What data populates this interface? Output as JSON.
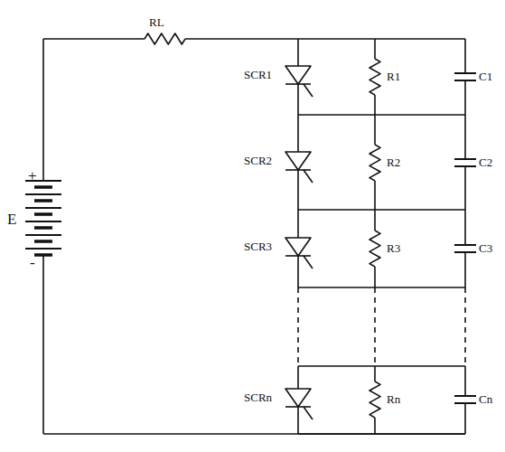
{
  "diagram": {
    "labels": [
      "RL",
      "E",
      "+",
      "-",
      "SCR1",
      "R1",
      "C1",
      "SCR2",
      "R2",
      "C2",
      "SCR3",
      "R3",
      "C3",
      "SCRn",
      "Rn",
      "Cn"
    ]
  }
}
